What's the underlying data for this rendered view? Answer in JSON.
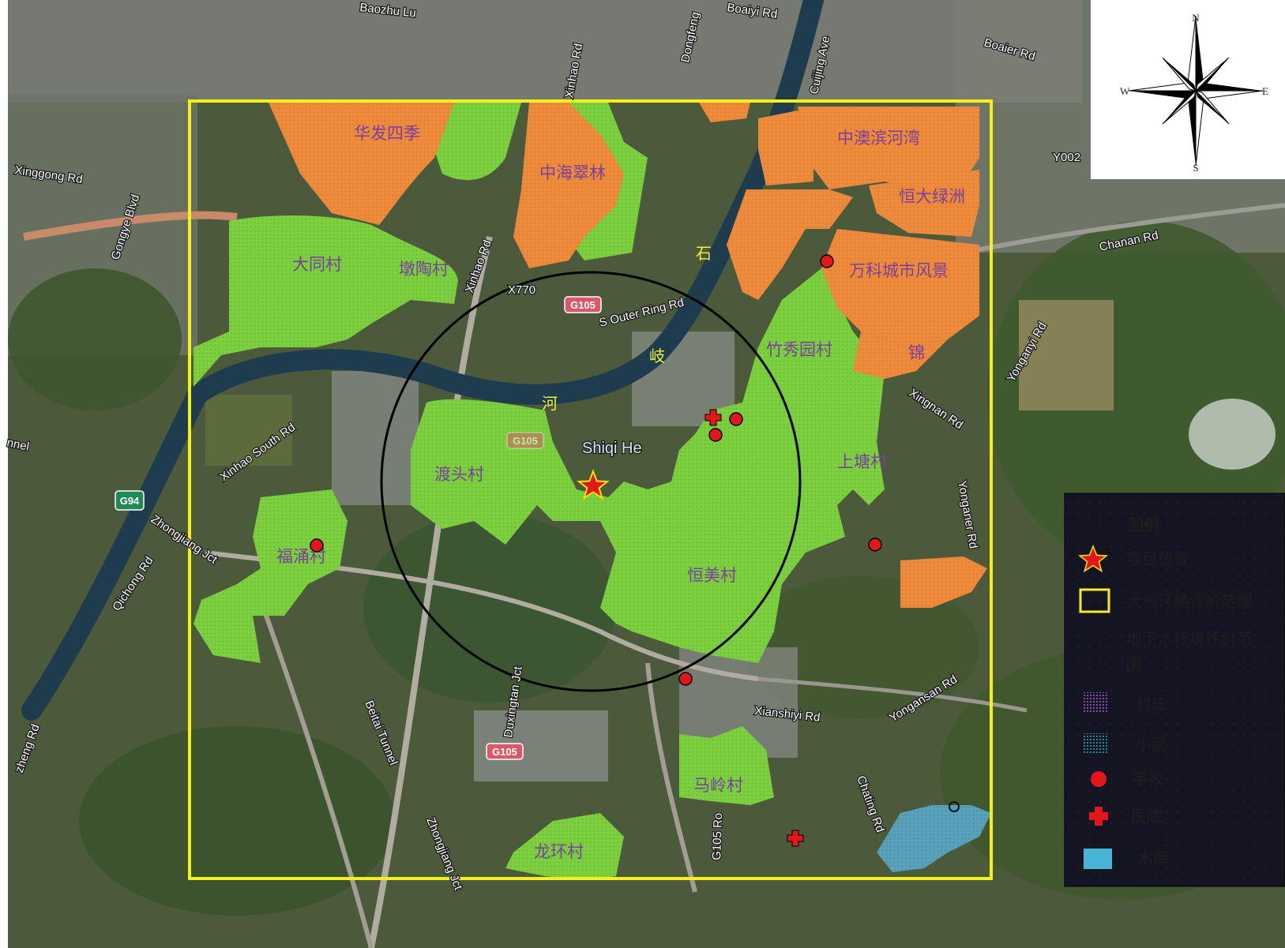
{
  "map": {
    "roads": {
      "baozhu": "Baozhu Lu",
      "dongfeng": "Dongfeng",
      "baiyi": "Boaiyi Rd",
      "boaier": "Boaier Rd",
      "cuijing": "Cuijing Ave",
      "xinggong": "Xinggong Rd",
      "gongye": "Gongye Blvd",
      "xinhao_north": "Xinhao Rd",
      "xinhao": "Xinhao Rd",
      "x770": "X770",
      "y002": "Y002",
      "chanan": "Chanan Rd",
      "outer_ring": "S Outer Ring Rd",
      "xinhao_south": "Xinhao South Rd",
      "tunnel": "nnel",
      "zhongjiang_jct": "Zhongjiang Jct",
      "qichong": "Qichong Rd",
      "xingnan": "Xingnan Rd",
      "yonganyi": "Yonganyi Rd",
      "yonganer": "Yonganer Rd",
      "yongansan": "Yongansan Rd",
      "xianshiyi": "Xianshiyi Rd",
      "chating": "Chating Rd",
      "duxingtan": "Duxingtan Jct",
      "beitai": "Beitai Tunnel",
      "zhongjiang_jct2": "Zhongjiang Jct",
      "g105_road": "G105 Ro",
      "zheng": "zheng Rd",
      "shiqi_he": "Shiqi He"
    },
    "shields": {
      "g105_north": "G105",
      "g105_south": "G105",
      "g94": "G94",
      "g105_faded": "G105"
    },
    "river_chars": {
      "shi": "石",
      "qi": "岐",
      "he": "河"
    },
    "areas": {
      "huafa": "华发四季",
      "zhonghai": "中海翠林",
      "zhongao": "中澳滨河湾",
      "hengda": "恒大绿洲",
      "wanke": "万科城市风景",
      "jin": "锦",
      "datong": "大同村",
      "duntao": "墩陶村",
      "zhuxiu": "竹秀园村",
      "dutou": "渡头村",
      "shangtang": "上塘村",
      "fuyong": "福涌村",
      "hengmei": "恒美村",
      "maling": "马岭村",
      "longhuan": "龙环村"
    }
  },
  "compass": {
    "n": "N",
    "s": "S",
    "e": "E",
    "w": "W"
  },
  "legend": {
    "title": "图例",
    "items": [
      "项目位置",
      "大气环境评价范围",
      "地下水环境评价范",
      "围",
      "村庄",
      "小区",
      "学校",
      "医院",
      "水库"
    ]
  },
  "colors": {
    "village": "#7ccf3f",
    "community": "#ee8a3c",
    "school": "#e3171b",
    "hospital": "#e3171b",
    "reservoir": "#46b4d2",
    "air_boundary": "#f5f018",
    "groundwater_boundary": "#000000",
    "project": "#e3171b"
  }
}
